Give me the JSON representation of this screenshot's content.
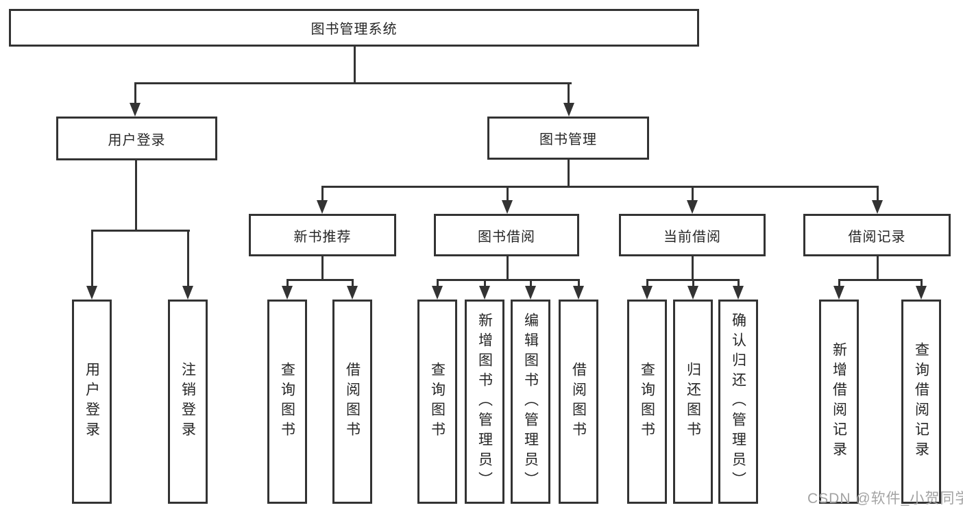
{
  "diagram": {
    "title": "图书管理系统",
    "branches": [
      {
        "label": "用户登录",
        "children": [
          {
            "label": "用户登录"
          },
          {
            "label": "注销登录"
          }
        ]
      },
      {
        "label": "图书管理",
        "children": [
          {
            "label": "新书推荐",
            "children": [
              {
                "label": "查询图书"
              },
              {
                "label": "借阅图书"
              }
            ]
          },
          {
            "label": "图书借阅",
            "children": [
              {
                "label": "查询图书"
              },
              {
                "label": "新增图书（管理员）"
              },
              {
                "label": "编辑图书（管理员）"
              },
              {
                "label": "借阅图书"
              }
            ]
          },
          {
            "label": "当前借阅",
            "children": [
              {
                "label": "查询图书"
              },
              {
                "label": "归还图书"
              },
              {
                "label": "确认归还（管理员）"
              }
            ]
          },
          {
            "label": "借阅记录",
            "children": [
              {
                "label": "新增借阅记录"
              },
              {
                "label": "查询借阅记录"
              }
            ]
          }
        ]
      }
    ],
    "watermark": "CSDN @软件_小贺同学",
    "colors": {
      "line": "#333333",
      "text": "#262626",
      "watermark": "#a3a3a3",
      "background": "#ffffff"
    }
  }
}
